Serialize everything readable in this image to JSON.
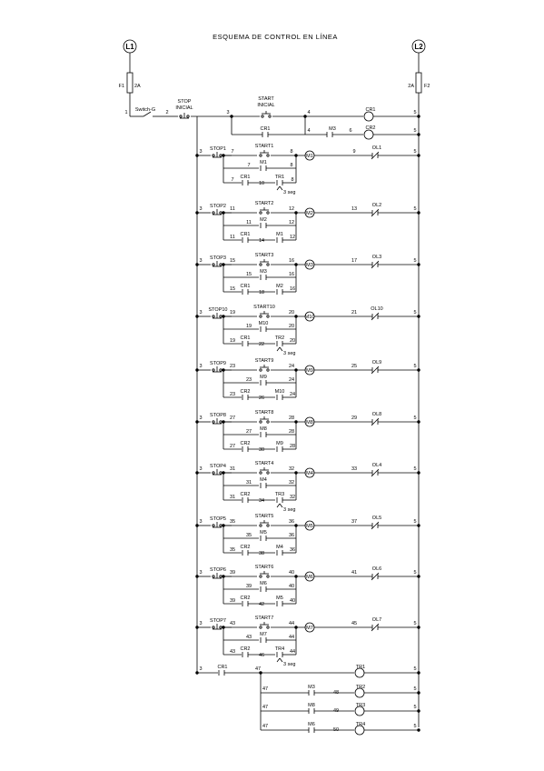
{
  "title": "ESQUEMA DE CONTROL EN LÍNEA",
  "lines": {
    "l1": "L1",
    "l2": "L2"
  },
  "fuses": {
    "f1": "F1",
    "f1_rating": "2A",
    "f2": "F2",
    "f2_rating": "2A"
  },
  "main_rung": {
    "wire_1": "1",
    "switch": "Switch-G",
    "wire_2": "2",
    "stop_label": "STOP\nINICIAL",
    "wire_3": "3",
    "start_label": "START\nINICIAL",
    "wire_4": "4",
    "coil": "CR1",
    "wire_5": "5"
  },
  "cr_rung": {
    "contact_cr1": "CR1",
    "wire_4": "4",
    "contact_m3": "M3",
    "wire_6": "6",
    "coil": "CR2",
    "wire_5": "5"
  },
  "motor_rungs": [
    {
      "stop": "STOP1",
      "start": "START1",
      "a": "7",
      "b": "8",
      "c": "10",
      "coil": "M1",
      "wire": "9",
      "ol": "OL1",
      "sealA": "CR1",
      "sealB": "TR1",
      "timer": "3 seg",
      "hold": "M1"
    },
    {
      "stop": "STOP2",
      "start": "START2",
      "a": "11",
      "b": "12",
      "c": "14",
      "coil": "M2",
      "wire": "13",
      "ol": "OL2",
      "sealA": "CR1",
      "sealB": "M1",
      "timer": "",
      "hold": "M2"
    },
    {
      "stop": "STOP3",
      "start": "START3",
      "a": "15",
      "b": "16",
      "c": "18",
      "coil": "M3",
      "wire": "17",
      "ol": "OL3",
      "sealA": "CR1",
      "sealB": "M2",
      "timer": "",
      "hold": "M3"
    },
    {
      "stop": "STOP10",
      "start": "START10",
      "a": "19",
      "b": "20",
      "c": "22",
      "coil": "M10",
      "wire": "21",
      "ol": "OL10",
      "sealA": "CR1",
      "sealB": "TR2",
      "timer": "3 seg",
      "hold": "M10"
    },
    {
      "stop": "STOP9",
      "start": "START9",
      "a": "23",
      "b": "24",
      "c": "26",
      "coil": "M9",
      "wire": "25",
      "ol": "OL9",
      "sealA": "CR2",
      "sealB": "M10",
      "timer": "",
      "hold": "M9"
    },
    {
      "stop": "STOP8",
      "start": "START8",
      "a": "27",
      "b": "28",
      "c": "30",
      "coil": "M8",
      "wire": "29",
      "ol": "OL8",
      "sealA": "CR2",
      "sealB": "M9",
      "timer": "",
      "hold": "M8"
    },
    {
      "stop": "STOP4",
      "start": "START4",
      "a": "31",
      "b": "32",
      "c": "34",
      "coil": "M4",
      "wire": "33",
      "ol": "OL4",
      "sealA": "CR2",
      "sealB": "TR3",
      "timer": "3 seg",
      "hold": "M4"
    },
    {
      "stop": "STOP5",
      "start": "START5",
      "a": "35",
      "b": "36",
      "c": "38",
      "coil": "M5",
      "wire": "37",
      "ol": "OL5",
      "sealA": "CR2",
      "sealB": "M4",
      "timer": "",
      "hold": "M5"
    },
    {
      "stop": "STOP6",
      "start": "START6",
      "a": "39",
      "b": "40",
      "c": "42",
      "coil": "M6",
      "wire": "41",
      "ol": "OL6",
      "sealA": "CR2",
      "sealB": "M5",
      "timer": "",
      "hold": "M6"
    },
    {
      "stop": "STOP7",
      "start": "START7",
      "a": "43",
      "b": "44",
      "c": "46",
      "coil": "M7",
      "wire": "45",
      "ol": "OL7",
      "sealA": "CR2",
      "sealB": "TR4",
      "timer": "3 seg",
      "hold": "M7"
    }
  ],
  "timer_rungs": {
    "wire_3": "3",
    "contact": "CR1",
    "wire_47": "47",
    "wire_5": "5",
    "items": [
      {
        "contact": "",
        "wire": "",
        "coil": "TR1"
      },
      {
        "contact": "M3",
        "wire": "48",
        "coil": "TR2"
      },
      {
        "contact": "M8",
        "wire": "49",
        "coil": "TR3"
      },
      {
        "contact": "M6",
        "wire": "50",
        "coil": "TR4"
      }
    ]
  }
}
